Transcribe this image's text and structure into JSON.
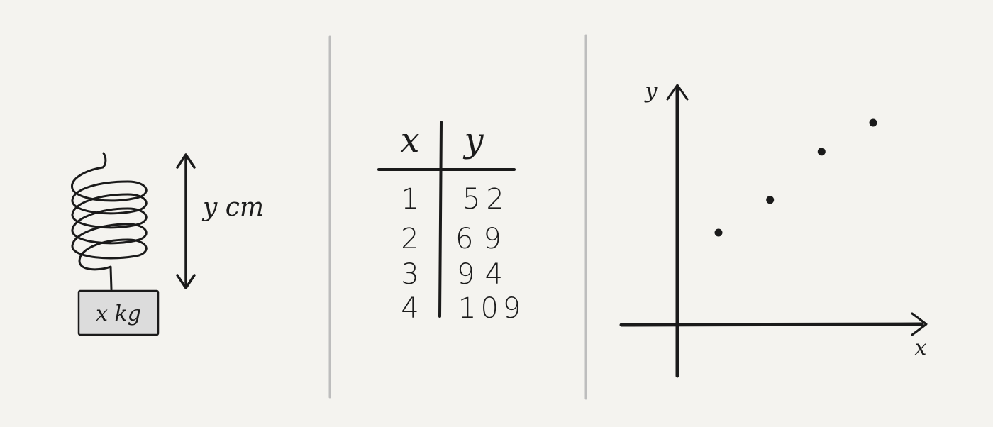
{
  "spring_panel": {
    "mass_label": "x kg",
    "length_label": "y cm"
  },
  "table_panel": {
    "headers": [
      "x",
      "y"
    ],
    "rows": [
      {
        "x": "1",
        "y": "52"
      },
      {
        "x": "2",
        "y": "69"
      },
      {
        "x": "3",
        "y": "94"
      },
      {
        "x": "4",
        "y": "109"
      }
    ]
  },
  "chart_data": {
    "type": "scatter",
    "xlabel": "x",
    "ylabel": "y",
    "x": [
      1,
      2,
      3,
      4
    ],
    "y": [
      52,
      69,
      94,
      109
    ],
    "grid": false
  },
  "colors": {
    "background": "#f4f3ef",
    "ink": "#1a1a1a",
    "divider": "#bdbdbd",
    "mass_fill": "#dcdcdc"
  }
}
